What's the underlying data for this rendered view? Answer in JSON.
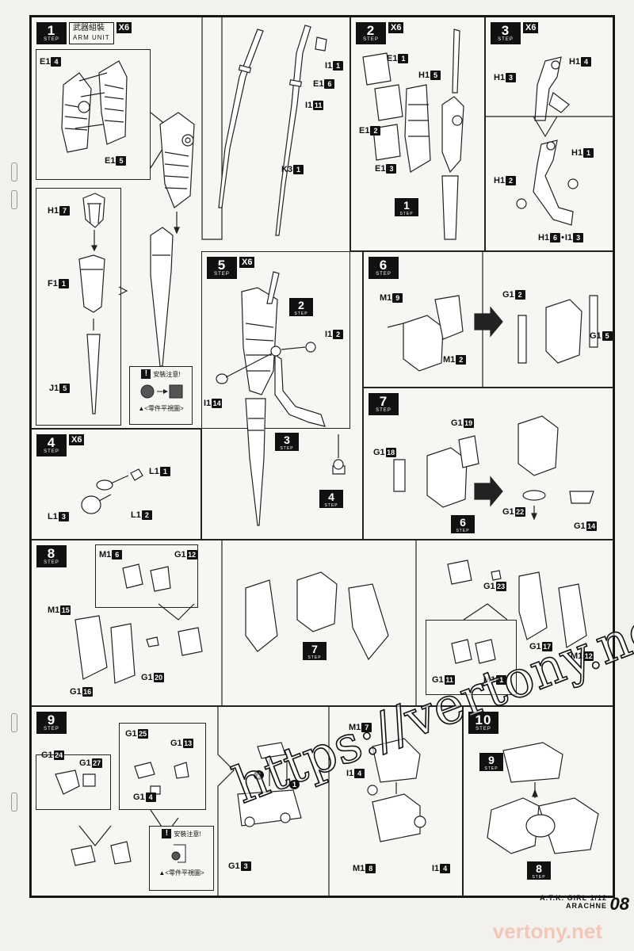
{
  "steps": {
    "s1": {
      "num": "1",
      "label": "STEP",
      "multiplier": "X6",
      "title_cn": "武器組裝",
      "title_en": "ARM UNIT"
    },
    "s2": {
      "num": "2",
      "label": "STEP",
      "multiplier": "X6"
    },
    "s3": {
      "num": "3",
      "label": "STEP",
      "multiplier": "X6"
    },
    "s4": {
      "num": "4",
      "label": "STEP",
      "multiplier": "X6"
    },
    "s5": {
      "num": "5",
      "label": "STEP",
      "multiplier": "X6"
    },
    "s6": {
      "num": "6",
      "label": "STEP"
    },
    "s7": {
      "num": "7",
      "label": "STEP"
    },
    "s8": {
      "num": "8",
      "label": "STEP"
    },
    "s9": {
      "num": "9",
      "label": "STEP"
    },
    "s10": {
      "num": "10",
      "label": "STEP"
    }
  },
  "refs": {
    "r1": "1",
    "r2": "2",
    "r3": "3",
    "r4": "4",
    "r6": "6",
    "r7": "7",
    "r8": "8",
    "r9": "9",
    "label": "STEP"
  },
  "parts": {
    "s1_e14": [
      "E1",
      "4"
    ],
    "s1_e15": [
      "E1",
      "5"
    ],
    "s1_i11": [
      "I1",
      "1"
    ],
    "s1_e16": [
      "E1",
      "6"
    ],
    "s1_i111": [
      "I1",
      "11"
    ],
    "s1_k31": [
      "K3",
      "1"
    ],
    "s1_h17": [
      "H1",
      "7"
    ],
    "s1_f11": [
      "F1",
      "1"
    ],
    "s1_j15": [
      "J1",
      "5"
    ],
    "s2_e11": [
      "E1",
      "1"
    ],
    "s2_h15": [
      "H1",
      "5"
    ],
    "s2_e12": [
      "E1",
      "2"
    ],
    "s2_e13": [
      "E1",
      "3"
    ],
    "s3_h14": [
      "H1",
      "4"
    ],
    "s3_h13": [
      "H1",
      "3"
    ],
    "s3_h11": [
      "H1",
      "1"
    ],
    "s3_h12": [
      "H1",
      "2"
    ],
    "s3_h16": [
      "H1",
      "6"
    ],
    "s3_i13": [
      "I1",
      "3"
    ],
    "s4_l11": [
      "L1",
      "1"
    ],
    "s4_l13": [
      "L1",
      "3"
    ],
    "s4_l12": [
      "L1",
      "2"
    ],
    "s5_i12": [
      "I1",
      "2"
    ],
    "s5_i114": [
      "I1",
      "14"
    ],
    "s6_m19": [
      "M1",
      "9"
    ],
    "s6_m12": [
      "M1",
      "2"
    ],
    "s6_g12": [
      "G1",
      "2"
    ],
    "s6_g15": [
      "G1",
      "5"
    ],
    "s7_g119": [
      "G1",
      "19"
    ],
    "s7_g118": [
      "G1",
      "18"
    ],
    "s7_g122": [
      "G1",
      "22"
    ],
    "s7_g114": [
      "G1",
      "14"
    ],
    "s8_m16": [
      "M1",
      "6"
    ],
    "s8_g112": [
      "G1",
      "12"
    ],
    "s8_m115": [
      "M1",
      "15"
    ],
    "s8_g116": [
      "G1",
      "16"
    ],
    "s8_g120": [
      "G1",
      "20"
    ],
    "s8_g123": [
      "G1",
      "23"
    ],
    "s8_g117": [
      "G1",
      "17"
    ],
    "s8_m112": [
      "M1",
      "12"
    ],
    "s8_g111": [
      "G1",
      "11"
    ],
    "s8_m11": [
      "M1",
      "1"
    ],
    "s9_g125": [
      "G1",
      "25"
    ],
    "s9_g113": [
      "G1",
      "13"
    ],
    "s9_g124": [
      "G1",
      "24"
    ],
    "s9_g127": [
      "G1",
      "27"
    ],
    "s9_g14": [
      "G1",
      "4"
    ],
    "s9_m17": [
      "M1",
      "7"
    ],
    "s9_i14a": [
      "I1",
      "4"
    ],
    "s9_m18": [
      "M1",
      "8"
    ],
    "s9_i14b": [
      "I1",
      "4"
    ],
    "s9_g13": [
      "G1",
      "3"
    ]
  },
  "notices": {
    "n1": {
      "title": "安裝注意!",
      "caption": "▲<零件平視圖>",
      "mark": "!"
    },
    "n2": {
      "title": "安裝注意!",
      "caption": "▲<零件平視圖>",
      "mark": "!"
    }
  },
  "order_marks": {
    "first": "1",
    "second": "2"
  },
  "footer": {
    "line1": "A.T.K. GIRL 1/12",
    "line2": "ARACHNE",
    "page": "08"
  },
  "watermark": {
    "text": "https://vertony.net",
    "corner": "vertony.net"
  }
}
